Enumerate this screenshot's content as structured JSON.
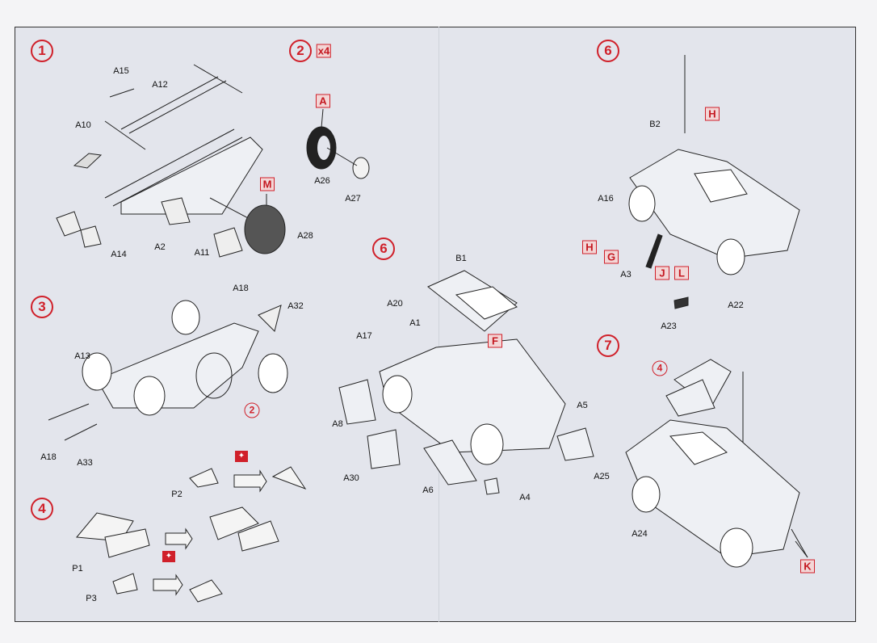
{
  "steps": [
    {
      "id": "1",
      "label": "1"
    },
    {
      "id": "2",
      "label": "2",
      "qty": "x4"
    },
    {
      "id": "3",
      "label": "3"
    },
    {
      "id": "4",
      "label": "4"
    },
    {
      "id": "6a",
      "label": "6"
    },
    {
      "id": "6b",
      "label": "6"
    },
    {
      "id": "7",
      "label": "7"
    },
    {
      "id": "ref2",
      "label": "2"
    },
    {
      "id": "ref4",
      "label": "4"
    }
  ],
  "parts": {
    "A15": "A15",
    "A12": "A12",
    "A10": "A10",
    "A14": "A14",
    "A2": "A2",
    "A11": "A11",
    "A28": "A28",
    "A26": "A26",
    "A27": "A27",
    "B2": "B2",
    "A16": "A16",
    "A3": "A3",
    "A22": "A22",
    "A23": "A23",
    "B1": "B1",
    "A20": "A20",
    "A1": "A1",
    "A17": "A17",
    "A5": "A5",
    "A8": "A8",
    "A30": "A30",
    "A6": "A6",
    "A4": "A4",
    "A25": "A25",
    "A18a": "A18",
    "A32": "A32",
    "A13": "A13",
    "A18b": "A18",
    "A33": "A33",
    "P2": "P2",
    "P1": "P1",
    "P3": "P3",
    "A24": "A24"
  },
  "color_codes": {
    "M": "M",
    "A": "A",
    "H1": "H",
    "H2": "H",
    "G": "G",
    "J": "J",
    "L": "L",
    "F": "F",
    "K": "K"
  },
  "colors": {
    "accent": "#d0202a",
    "paper": "#e3e5ec"
  }
}
